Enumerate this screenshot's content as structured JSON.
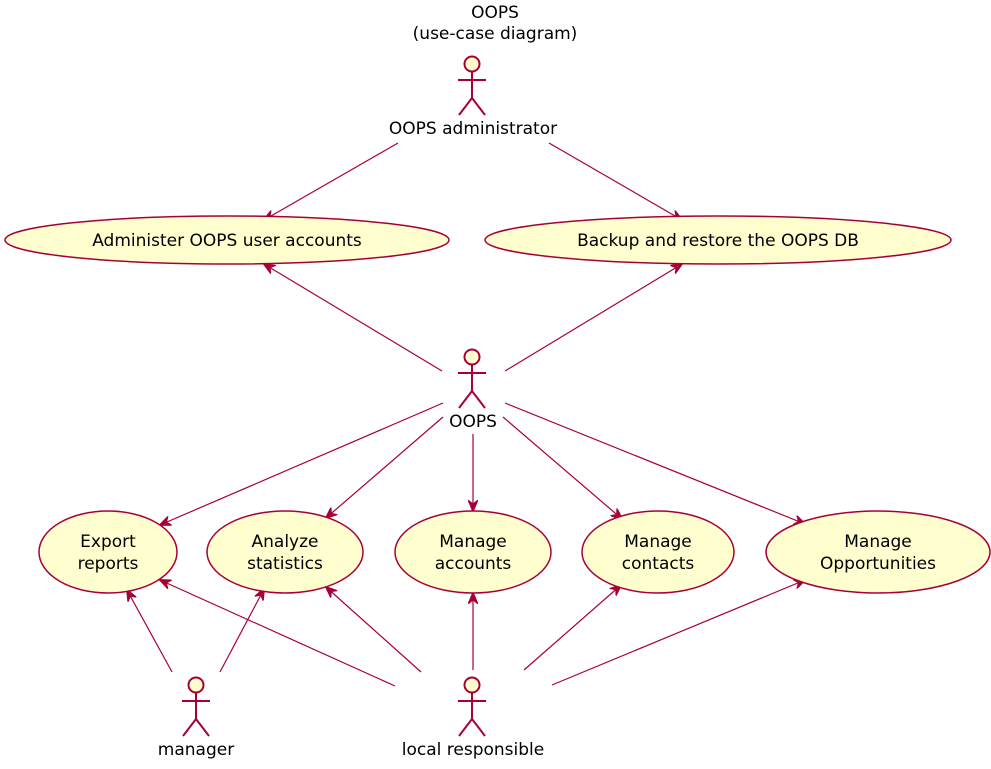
{
  "title_lines": [
    "OOPS",
    "(use-case diagram)"
  ],
  "colors": {
    "stroke": "#A80036",
    "fill": "#FEFECE",
    "text": "#000000"
  },
  "actors": [
    {
      "id": "admin",
      "label": "OOPS administrator"
    },
    {
      "id": "oops",
      "label": "OOPS"
    },
    {
      "id": "manager",
      "label": "manager"
    },
    {
      "id": "local",
      "label": "local responsible"
    }
  ],
  "usecases": [
    {
      "id": "admin_accounts",
      "lines": [
        "Administer OOPS user accounts"
      ]
    },
    {
      "id": "backup",
      "lines": [
        "Backup and restore the OOPS DB"
      ]
    },
    {
      "id": "export",
      "lines": [
        "Export",
        "reports"
      ]
    },
    {
      "id": "analyze",
      "lines": [
        "Analyze",
        "statistics"
      ]
    },
    {
      "id": "manage_accounts",
      "lines": [
        "Manage",
        "accounts"
      ]
    },
    {
      "id": "contacts",
      "lines": [
        "Manage",
        "contacts"
      ]
    },
    {
      "id": "opportunities",
      "lines": [
        "Manage",
        "Opportunities"
      ]
    }
  ],
  "associations": [
    {
      "from": "admin",
      "to": "admin_accounts"
    },
    {
      "from": "admin",
      "to": "backup"
    },
    {
      "from": "oops",
      "to": "admin_accounts"
    },
    {
      "from": "oops",
      "to": "backup"
    },
    {
      "from": "oops",
      "to": "export"
    },
    {
      "from": "oops",
      "to": "analyze"
    },
    {
      "from": "oops",
      "to": "manage_accounts"
    },
    {
      "from": "oops",
      "to": "contacts"
    },
    {
      "from": "oops",
      "to": "opportunities"
    },
    {
      "from": "manager",
      "to": "export"
    },
    {
      "from": "manager",
      "to": "analyze"
    },
    {
      "from": "local",
      "to": "export"
    },
    {
      "from": "local",
      "to": "analyze"
    },
    {
      "from": "local",
      "to": "manage_accounts"
    },
    {
      "from": "local",
      "to": "contacts"
    },
    {
      "from": "local",
      "to": "opportunities"
    }
  ]
}
